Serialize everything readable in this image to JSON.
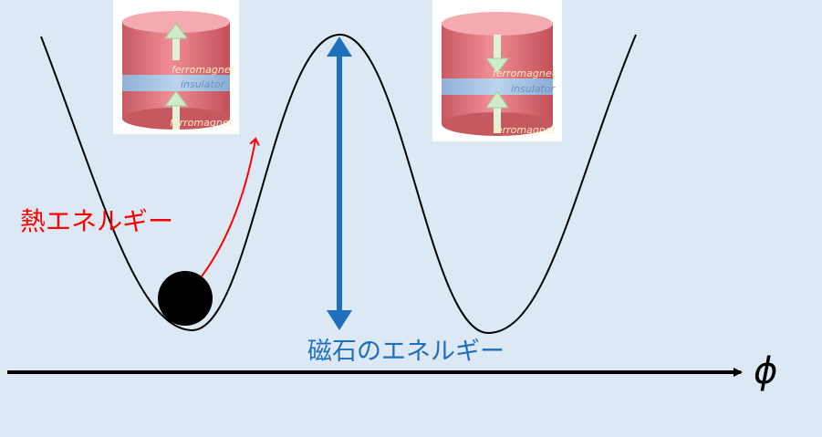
{
  "labels": {
    "thermal_energy": "熱エネルギー",
    "magnet_energy": "磁石のエネルギー",
    "axis_symbol": "ϕ"
  },
  "mtj_left": {
    "top_layer": "ferromagnet",
    "middle_layer": "insulator",
    "bottom_layer": "ferromagnet",
    "top_arrow": "up",
    "bottom_arrow": "up"
  },
  "mtj_right": {
    "top_layer": "ferromagnet",
    "middle_layer": "insulator",
    "bottom_layer": "ferromagnet",
    "top_arrow": "down",
    "bottom_arrow": "up"
  },
  "colors": {
    "background": "#dde8f5",
    "curve": "#000000",
    "thermal": "#ff0000",
    "barrier_arrow": "#1f6fbf",
    "ferromagnet": "#e07078",
    "insulator": "#9dbfe0",
    "spin_arrow": "#d8f0d0"
  }
}
